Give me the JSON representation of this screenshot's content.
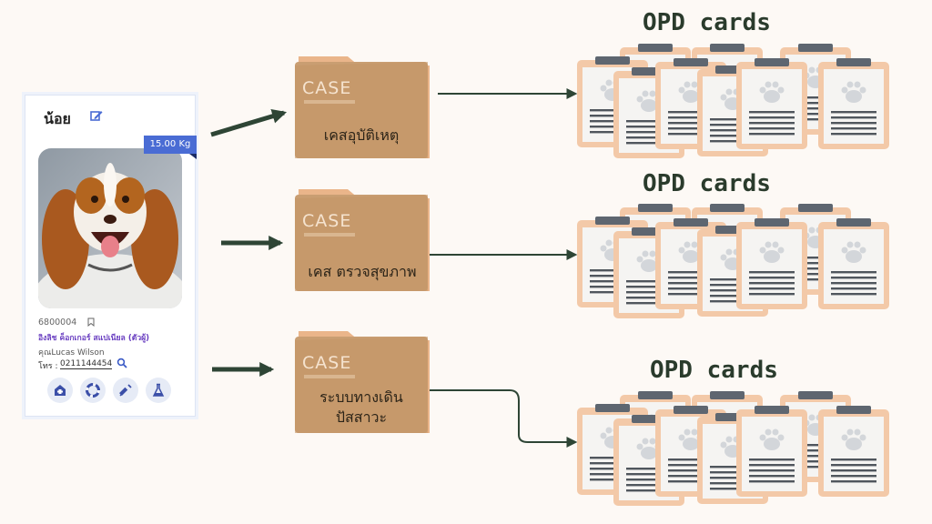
{
  "pet_card": {
    "name": "น้อย",
    "weight": "15.00 Kg",
    "pet_id": "6800004",
    "breed": "อิงลิช ค็อกเกอร์ สแปเนียล (ตัวผู้)",
    "owner": "คุณLucas  Wilson",
    "phone_label": "โทร :",
    "phone": "0211144454",
    "icons": [
      "clinic-icon",
      "lifebuoy-icon",
      "syringe-icon",
      "flask-icon"
    ]
  },
  "folders": [
    {
      "case_label": "CASE",
      "title": "เคสอุบัติเหตุ"
    },
    {
      "case_label": "CASE",
      "title": "เคส ตรวจสุขภาพ"
    },
    {
      "case_label": "CASE",
      "title_line1": "ระบบทางเดิน",
      "title_line2": "ปัสสาวะ"
    }
  ],
  "opd_groups": [
    {
      "title": "OPD cards",
      "card_count": 9
    },
    {
      "title": "OPD cards",
      "card_count": 9
    },
    {
      "title": "OPD cards",
      "card_count": 9
    }
  ],
  "colors": {
    "background": "#fdf9f5",
    "folder": "#c99e72",
    "folder_tab": "#f2c8a0",
    "card_border": "#f3c9a8",
    "clip": "#5e6670",
    "arrow": "#2e4535",
    "badge": "#4a6cd4",
    "breed": "#6a3fc1"
  }
}
